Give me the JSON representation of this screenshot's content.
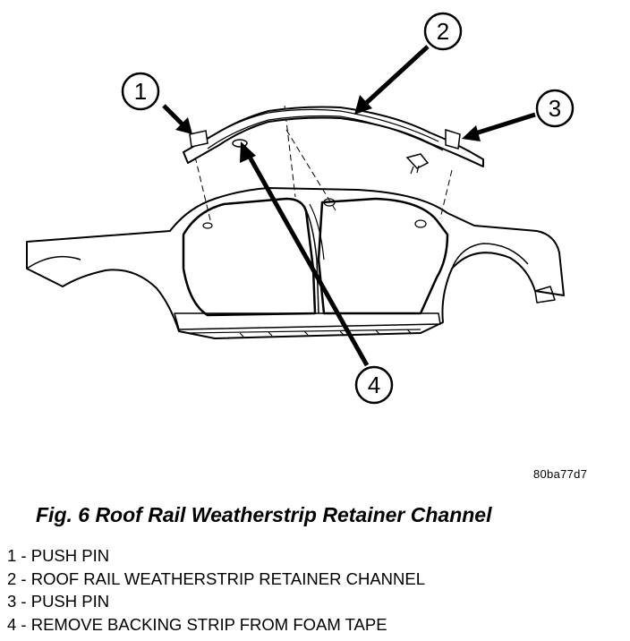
{
  "figure": {
    "image_id": "80ba77d7",
    "title": "Fig. 6 Roof Rail Weatherstrip Retainer Channel"
  },
  "callouts": [
    "1",
    "2",
    "3",
    "4"
  ],
  "legend": [
    "1 - PUSH PIN",
    "2 - ROOF RAIL WEATHERSTRIP RETAINER CHANNEL",
    "3 - PUSH PIN",
    "4 - REMOVE BACKING STRIP FROM FOAM TAPE"
  ]
}
